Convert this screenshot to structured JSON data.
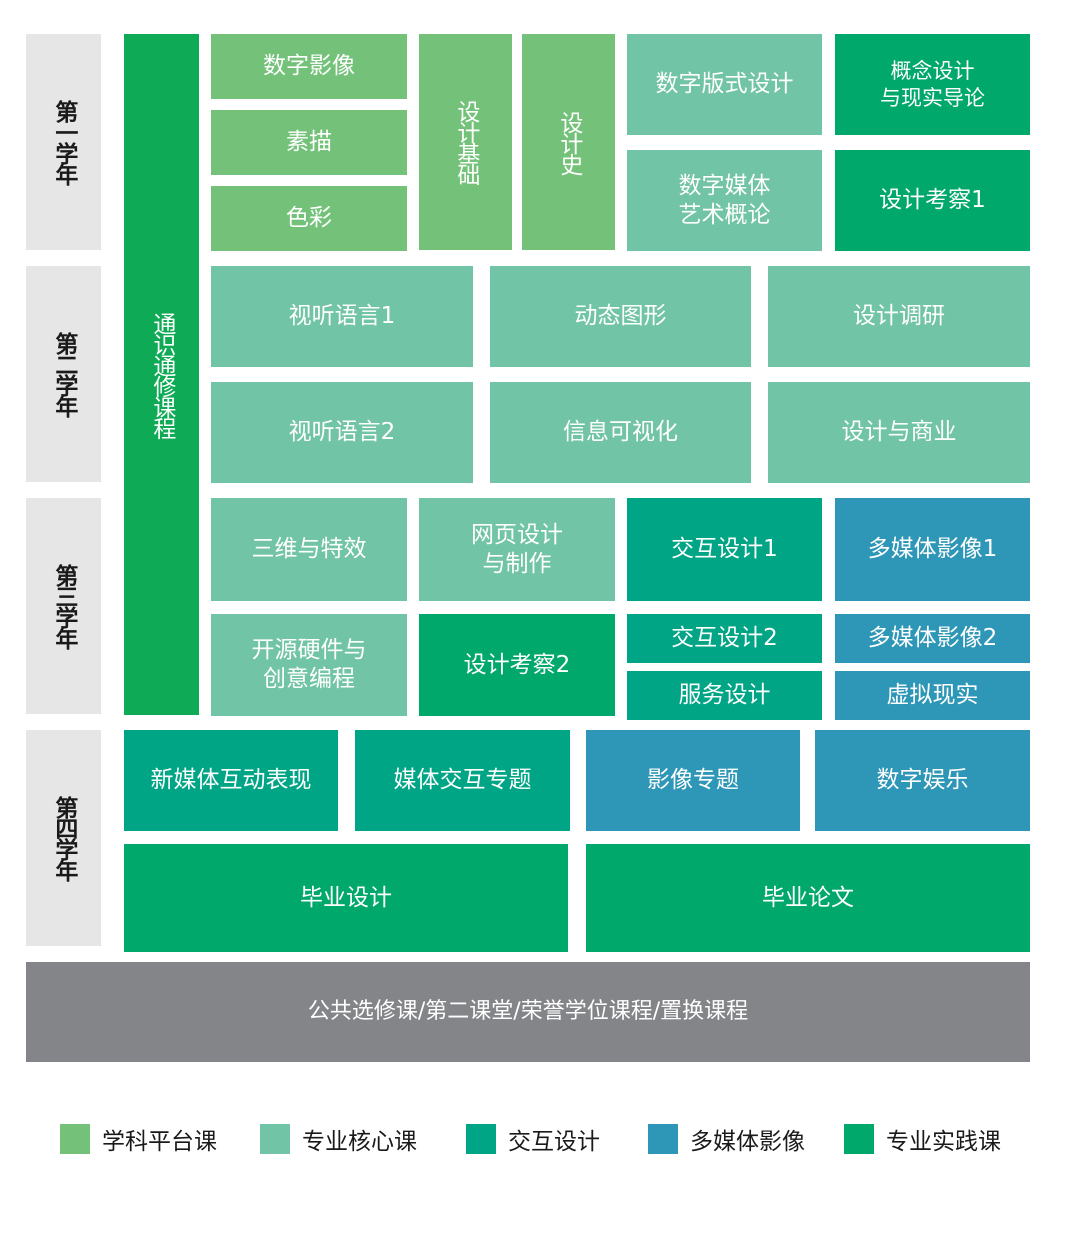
{
  "years": [
    "第一学年",
    "第二学年",
    "第三学年",
    "第四学年"
  ],
  "general_ed": "通识通修课程",
  "year1": {
    "digital_image": "数字影像",
    "sketch": "素描",
    "color": "色彩",
    "design_basics": "设计基础",
    "design_history": "设计史",
    "digital_layout": "数字版式设计",
    "digital_media_art": "数字媒体\n艺术概论",
    "concept_design": "概念设计\n与现实导论",
    "design_survey_1": "设计考察1"
  },
  "year2": {
    "av_language_1": "视听语言1",
    "motion_graphics": "动态图形",
    "design_research": "设计调研",
    "av_language_2": "视听语言2",
    "info_vis": "信息可视化",
    "design_business": "设计与商业"
  },
  "year3": {
    "3d_effects": "三维与特效",
    "web_design": "网页设计\n与制作",
    "interaction_1": "交互设计1",
    "multimedia_1": "多媒体影像1",
    "open_hardware": "开源硬件与\n创意编程",
    "design_survey_2": "设计考察2",
    "interaction_2": "交互设计2",
    "multimedia_2": "多媒体影像2",
    "service_design": "服务设计",
    "vr": "虚拟现实"
  },
  "year4": {
    "new_media_interactive": "新媒体互动表现",
    "media_interaction_topic": "媒体交互专题",
    "image_topic": "影像专题",
    "digital_entertainment": "数字娱乐",
    "graduation_design": "毕业设计",
    "graduation_thesis": "毕业论文"
  },
  "public_courses": "公共选修课/第二课堂/荣誉学位课程/置换课程",
  "legend": [
    {
      "label": "学科平台课",
      "color": "#74c27a"
    },
    {
      "label": "专业核心课",
      "color": "#72c4a6"
    },
    {
      "label": "交互设计",
      "color": "#00a585"
    },
    {
      "label": "多媒体影像",
      "color": "#2e96b6"
    },
    {
      "label": "专业实践课",
      "color": "#00a86b"
    }
  ],
  "colors": {
    "year_label_bg": "#e6e6e6",
    "general_ed": "#0eaa55",
    "public_courses": "#848588"
  }
}
